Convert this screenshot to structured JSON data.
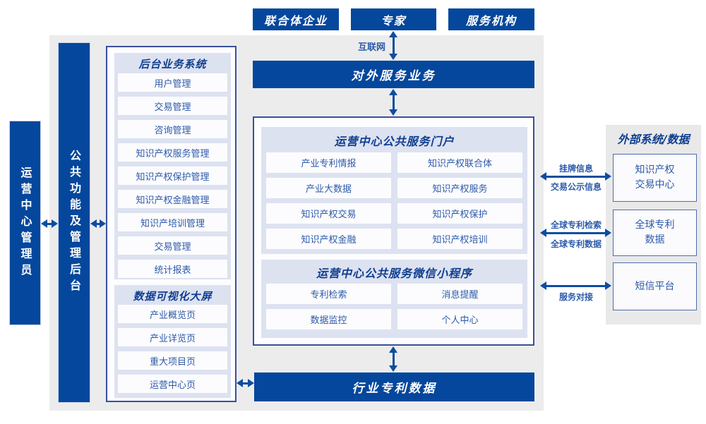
{
  "top_entities": [
    {
      "label": "联合体企业"
    },
    {
      "label": "专家"
    },
    {
      "label": "服务机构"
    }
  ],
  "labels": {
    "internet": "互联网",
    "external_service": "对外服务业务",
    "industry_patent_data": "行业专利数据",
    "admin_bar": "运营中心管理员",
    "backend_bar": "公共功能及管理后台"
  },
  "back_office": {
    "title": "后台业务系统",
    "items": [
      "用户管理",
      "交易管理",
      "咨询管理",
      "知识产权服务管理",
      "知识产权保护管理",
      "知识产权金融管理",
      "知识产培训管理",
      "交易管理",
      "统计报表"
    ]
  },
  "dashboard": {
    "title": "数据可视化大屏",
    "items": [
      "产业概览页",
      "产业详览页",
      "重大项目页",
      "运营中心页"
    ]
  },
  "portal": {
    "title": "运营中心公共服务门户",
    "items": [
      "产业专利情报",
      "知识产权联合体",
      "产业大数据",
      "知识产权服务",
      "知识产权交易",
      "知识产权保护",
      "知识产权金融",
      "知识产权培训"
    ]
  },
  "miniprogram": {
    "title": "运营中心公共服务微信小程序",
    "items": [
      "专利检索",
      "消息提醒",
      "数据监控",
      "个人中心"
    ]
  },
  "external": {
    "title": "外部系统/数据",
    "systems": [
      "知识产权\n交易中心",
      "全球专利\n数据",
      "短信平台"
    ],
    "link_labels": {
      "listing_info": "挂牌信息",
      "trade_publicity": "交易公示信息",
      "global_patent_search": "全球专利检索",
      "global_patent_data": "全球专利数据",
      "service_connect": "服务对接"
    }
  },
  "colors": {
    "primary_blue": "#04479c",
    "arrow_blue": "#0d4da1",
    "text_blue": "#2d5aa9",
    "panel_lavender": "#dde2f1",
    "background_gray": "#ececec"
  }
}
